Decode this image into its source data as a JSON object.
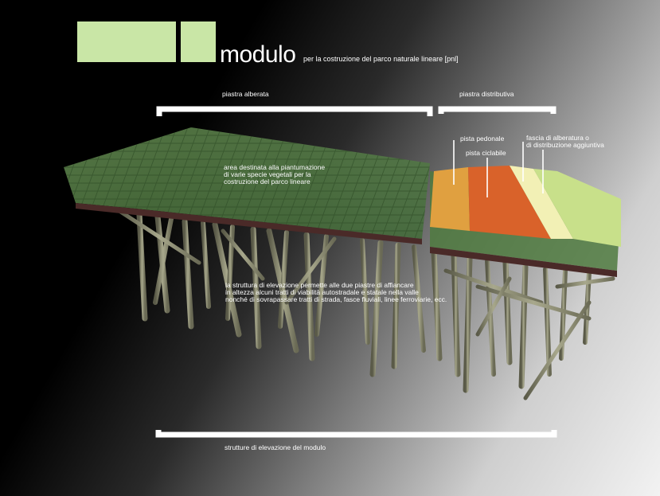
{
  "header": {
    "title": "modulo",
    "subtitle": "per la costruzione del parco naturale lineare [pnl]"
  },
  "labels": {
    "piastra_alberata": "piastra alberata",
    "piastra_distributiva": "piastra distributiva",
    "pista_pedonale": "pista pedonale",
    "pista_ciclabile": "pista ciclabile",
    "fascia_alberatura": [
      "fascia di alberatura o",
      "di distribuzione aggiuntiva"
    ],
    "area_destinata": [
      "area destinata alla piantumazione",
      "di varie specie vegetali per la",
      "costruzione del parco lineare"
    ],
    "struttura_elevazione": [
      "la struttura di elevazione permette alle due piastre di affiancare",
      "in altezza alcuni tratti di viabilità autostradale e statale nella valle",
      "nonché di sovrapassare tratti di strada, fasce fluviali, linee ferroviarie, ecc."
    ],
    "strutture_modulo": "strutture di elevazione del modulo"
  },
  "colors": {
    "swatch": "#c9e6a6",
    "green_deck": "#5f8a4a",
    "ciclabile": "#d9622a",
    "pedonale": "#e0a040",
    "fascia": "#c8e08a",
    "pillar": "#8a8a6e"
  }
}
